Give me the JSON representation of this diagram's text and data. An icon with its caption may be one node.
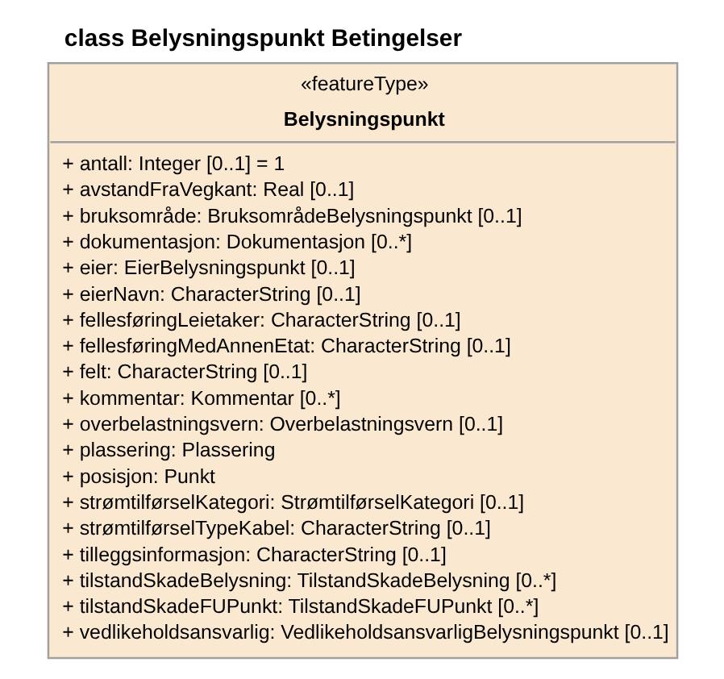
{
  "diagram": {
    "title": "class Belysningspunkt Betingelser",
    "nodes": [
      {
        "text": [
          "«featureType»",
          "Belysningspunkt",
          "+ antall: Integer [0..1] = 1",
          "+ avstandFraVegkant: Real [0..1]",
          "+ bruksområde: BruksområdeBelysningspunkt [0..1]",
          "+ dokumentasjon: Dokumentasjon [0..*]",
          "+ eier: EierBelysningspunkt [0..1]",
          "+ eierNavn: CharacterString [0..1]",
          "+ fellesføringLeietaker: CharacterString [0..1]",
          "+ fellesføringMedAnnenEtat: CharacterString [0..1]",
          "+ felt: CharacterString [0..1]",
          "+ kommentar: Kommentar [0..*]",
          "+ overbelastningsvern: Overbelastningsvern [0..1]",
          "+ plassering: Plassering",
          "+ posisjon: Punkt",
          "+ strømtilførselKategori: StrømtilførselKategori [0..1]",
          "+ strømtilførselTypeKabel: CharacterString [0..1]",
          "+ tilleggsinformasjon: CharacterString [0..1]",
          "+ tilstandSkadeBelysning: TilstandSkadeBelysning [0..*]",
          "+ tilstandSkadeFUPunkt: TilstandSkadeFUPunkt [0..*]",
          "+ vedlikeholdsansvarlig: VedlikeholdsansvarligBelysningspunkt [0..1]"
        ]
      }
    ],
    "edges": []
  }
}
